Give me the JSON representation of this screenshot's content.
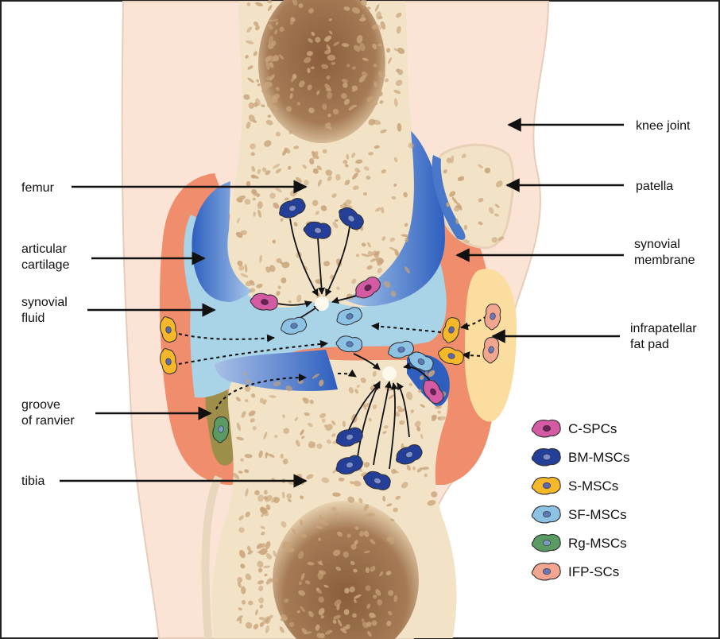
{
  "labels": {
    "knee_joint": [
      "knee joint"
    ],
    "femur": [
      "femur"
    ],
    "patella": [
      "patella"
    ],
    "articular_cartilage": [
      "articular",
      "cartilage"
    ],
    "synovial_membrane": [
      "synovial",
      "membrane"
    ],
    "synovial_fluid": [
      "synovial",
      "fluid"
    ],
    "infrapatellar_fat_pad": [
      "infrapatellar",
      "fat pad"
    ],
    "groove_of_ranvier": [
      "groove",
      "of ranvier"
    ],
    "tibia": [
      "tibia"
    ]
  },
  "legend": [
    {
      "key": "c_spc",
      "label": "C-SPCs",
      "color": "#d45aa3",
      "nucleus": "#6a1f55"
    },
    {
      "key": "bm_msc",
      "label": "BM-MSCs",
      "color": "#233f9a",
      "nucleus": "#7c8fd0"
    },
    {
      "key": "s_msc",
      "label": "S-MSCs",
      "color": "#f5b82a",
      "nucleus": "#5a67b0"
    },
    {
      "key": "sf_msc",
      "label": "SF-MSCs",
      "color": "#8cc2e3",
      "nucleus": "#5a7ab8"
    },
    {
      "key": "rg_msc",
      "label": "Rg-MSCs",
      "color": "#5a9a63",
      "nucleus": "#7a9ac0"
    },
    {
      "key": "ifp_sc",
      "label": "IFP-SCs",
      "color": "#f2a690",
      "nucleus": "#6a78b8"
    }
  ],
  "colors": {
    "skin": "#fbe4d6",
    "bone": "#f2e3c7",
    "spot": "#c9a47a",
    "marrow": "#8a5e3c",
    "cartilage": "#4a78c8",
    "fluid": "#a9d3e6",
    "membrane": "#f08d6c",
    "fat_pad": "#fbdd9f",
    "groove": "#9d8f4a"
  }
}
